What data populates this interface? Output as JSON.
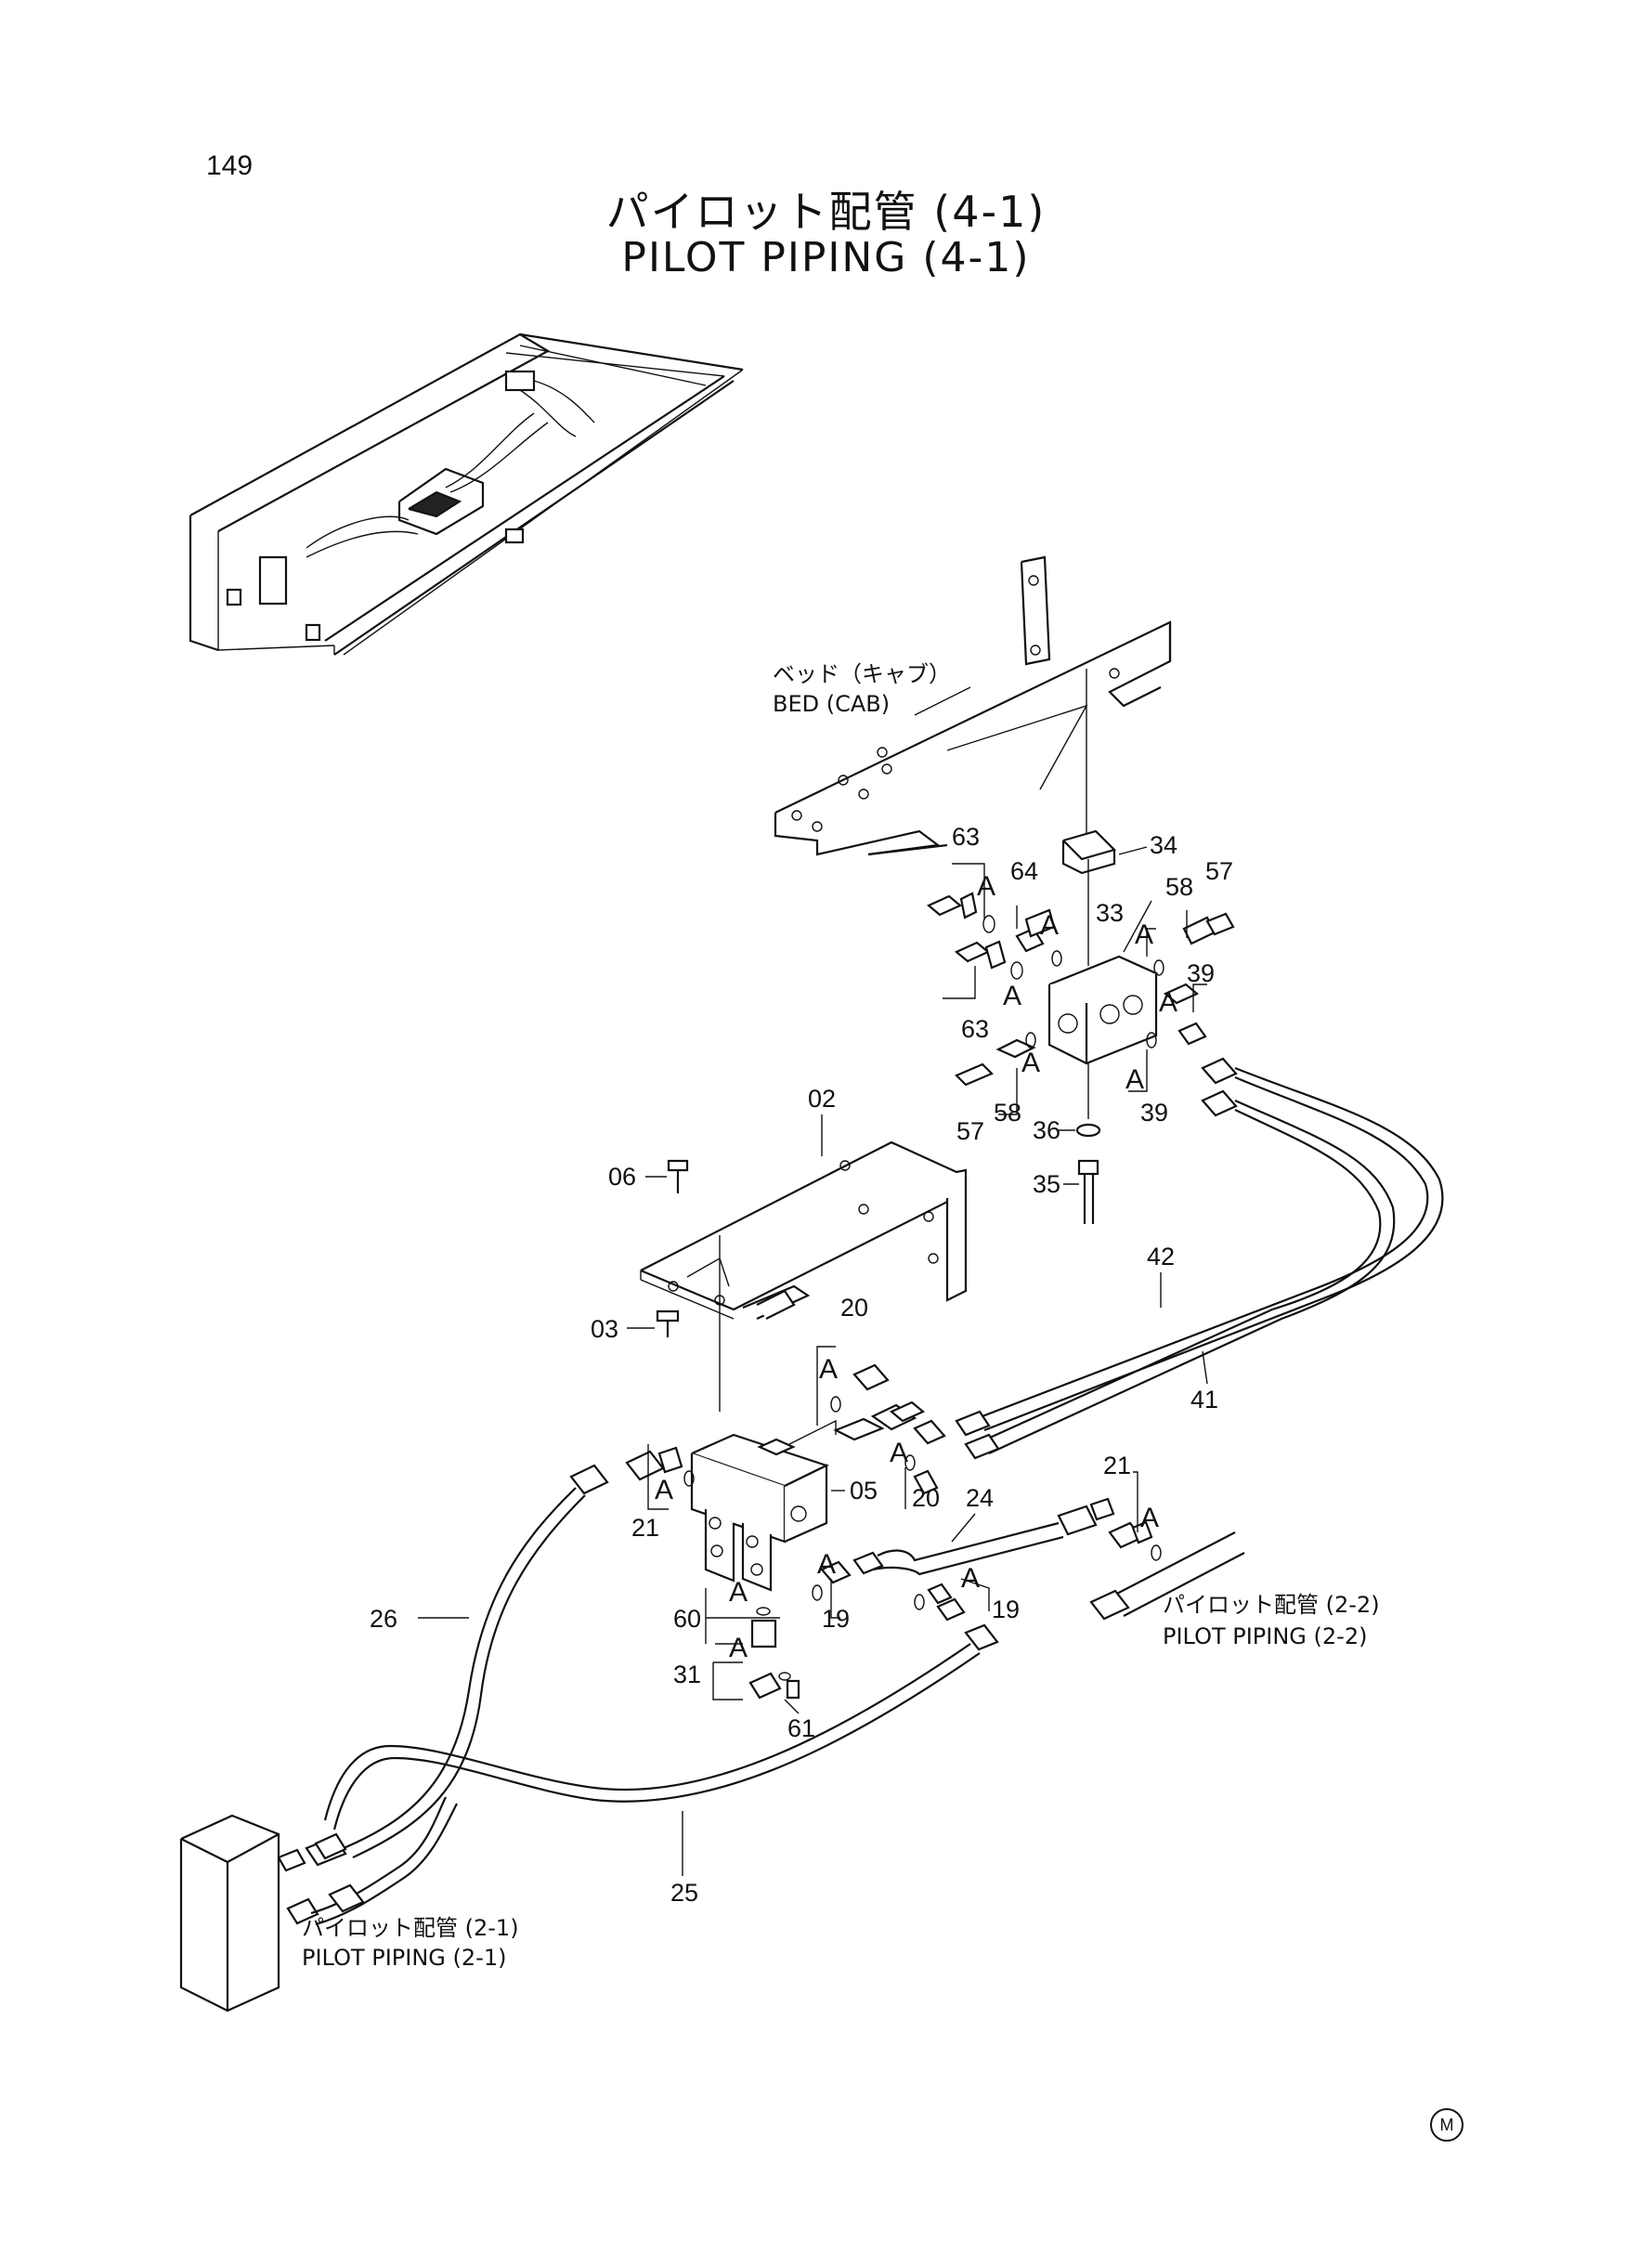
{
  "page_number": "149",
  "title_jp": "パイロット配管 (4-1)",
  "title_en": "PILOT PIPING (4-1)",
  "references": [
    {
      "id": "bed",
      "jp": "ベッド（キャブ）",
      "en": "BED (CAB)"
    },
    {
      "id": "pp22",
      "jp": "パイロット配管 (2-2)",
      "en": "PILOT PIPING (2-2)"
    },
    {
      "id": "pp21",
      "jp": "パイロット配管 (2-1)",
      "en": "PILOT PIPING (2-1)"
    }
  ],
  "callouts": [
    "63",
    "64",
    "33",
    "34",
    "58",
    "57",
    "39",
    "63",
    "58",
    "57",
    "36",
    "39",
    "35",
    "02",
    "06",
    "03",
    "42",
    "41",
    "20",
    "20",
    "05",
    "21",
    "24",
    "21",
    "19",
    "19",
    "60",
    "31",
    "61",
    "26",
    "25"
  ],
  "group_marker": "A",
  "mark": "M"
}
